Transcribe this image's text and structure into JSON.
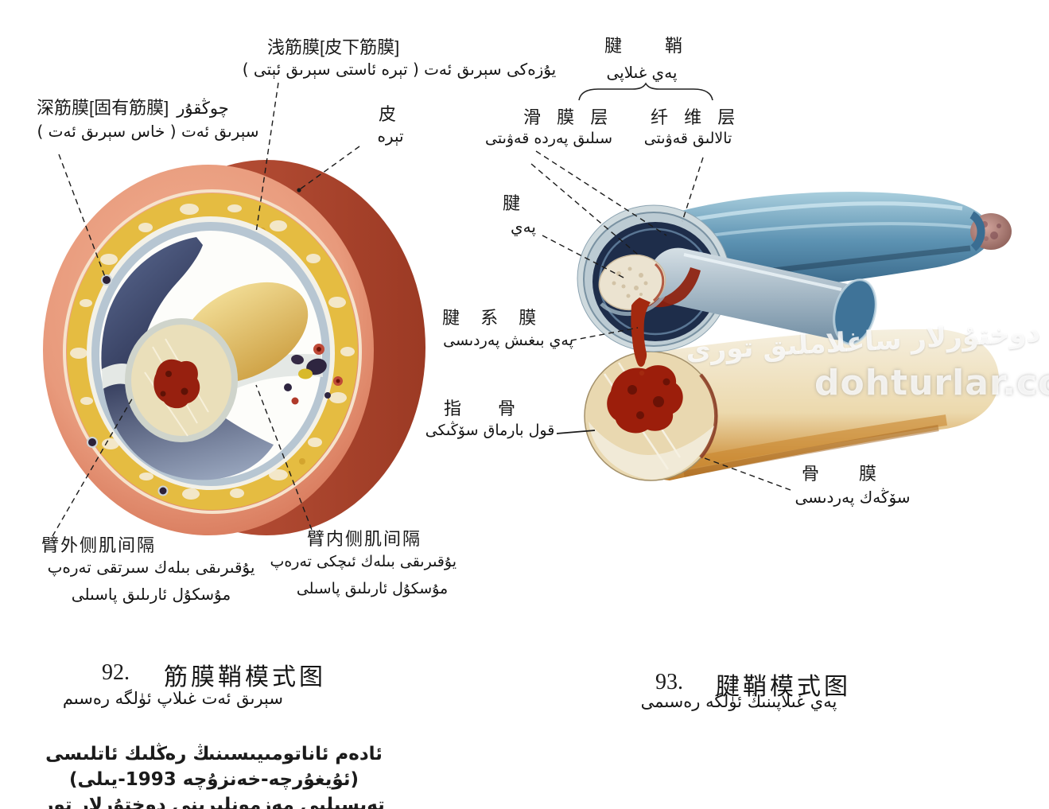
{
  "labels": {
    "superficial_fascia": {
      "zh": "浅筋膜[皮下筋膜]",
      "ug": "يۇزەكى سېرىق ئەت ( تېرە ئاستى سېرىق ئېتى )"
    },
    "deep_fascia": {
      "zh": "深筋膜[固有筋膜]",
      "ug_inline": "چوڭقۇر",
      "ug": "سېرىق ئەت ( خاس سېرىق ئەت )"
    },
    "skin": {
      "zh": "皮",
      "ug": "تېرە"
    },
    "tendon_sheath": {
      "zh": "腱　鞘",
      "ug": "پەي غىلاپى"
    },
    "synovial_layer": {
      "zh": "滑 膜 层",
      "ug": "سىلىق پەردە قەۋىتى"
    },
    "fibrous_layer": {
      "zh": "纤 维 层",
      "ug": "تالالىق قەۋىتى"
    },
    "tendon": {
      "zh": "腱",
      "ug": "پەي"
    },
    "mesotendon": {
      "zh": "腱 系 膜",
      "ug": "پەي بىغىش پەردىسى"
    },
    "phalanx": {
      "zh": "指　骨",
      "ug": "قول بارماق سۆڭىكى"
    },
    "periosteum": {
      "zh": "骨　膜",
      "ug": "سۆڭەك پەردىسى"
    },
    "lateral_septum": {
      "zh": "臂外侧肌间隔",
      "ug1": "يۇقىرىقى بىلەك سىرتقى تەرەپ",
      "ug2": "مۇسكۇل ئارىلىق پاسىلى"
    },
    "medial_septum": {
      "zh": "臂内侧肌间隔",
      "ug1": "يۇقىرىقى بىلەك ئىچكى تەرەپ",
      "ug2": "مۇسكۇل ئارىلىق پاسىلى"
    }
  },
  "captions": {
    "fig92": {
      "number": "92.",
      "zh": "筋膜鞘模式图",
      "ug": "سېرىق ئەت غىلاپ ئۈلگە رەسىم"
    },
    "fig93": {
      "number": "93.",
      "zh": "腱鞘模式图",
      "ug": "پەي غىلاپىنىڭ ئۈلگە رەسىمى"
    }
  },
  "credit": {
    "line1": "ئادەم ئاناتومىيىسىنىڭ رەڭلىك ئاتلىسى (ئۇيغۇرچە-خەنزۇچە 1993-يىلى)",
    "line2": "تەپسىلىي مەزمونلىرىنى دوختۇرلار تور بېكىتىدىن تاپالايسىز"
  },
  "watermark": {
    "calligraphy": "دوختۇرلار ساغلاملىق تورى",
    "domain": "dohturlar.com"
  },
  "colors": {
    "skin": "#e0886a",
    "skin_shadow": "#a84530",
    "fat": "#e5bc41",
    "fascia_ring": "#b7c6d2",
    "muscle_dark": "#2c3454",
    "bone_cream": "#eadfba",
    "marrow_red": "#97200f",
    "sheath_blue": "#4a7fa0",
    "sheath_cavity": "#1e2d4a",
    "tendon_gray": "#7e98ab",
    "mesotendon_red": "#a3290f",
    "bone_tube": "#ecd9ad",
    "watermark": "#ffffff"
  }
}
